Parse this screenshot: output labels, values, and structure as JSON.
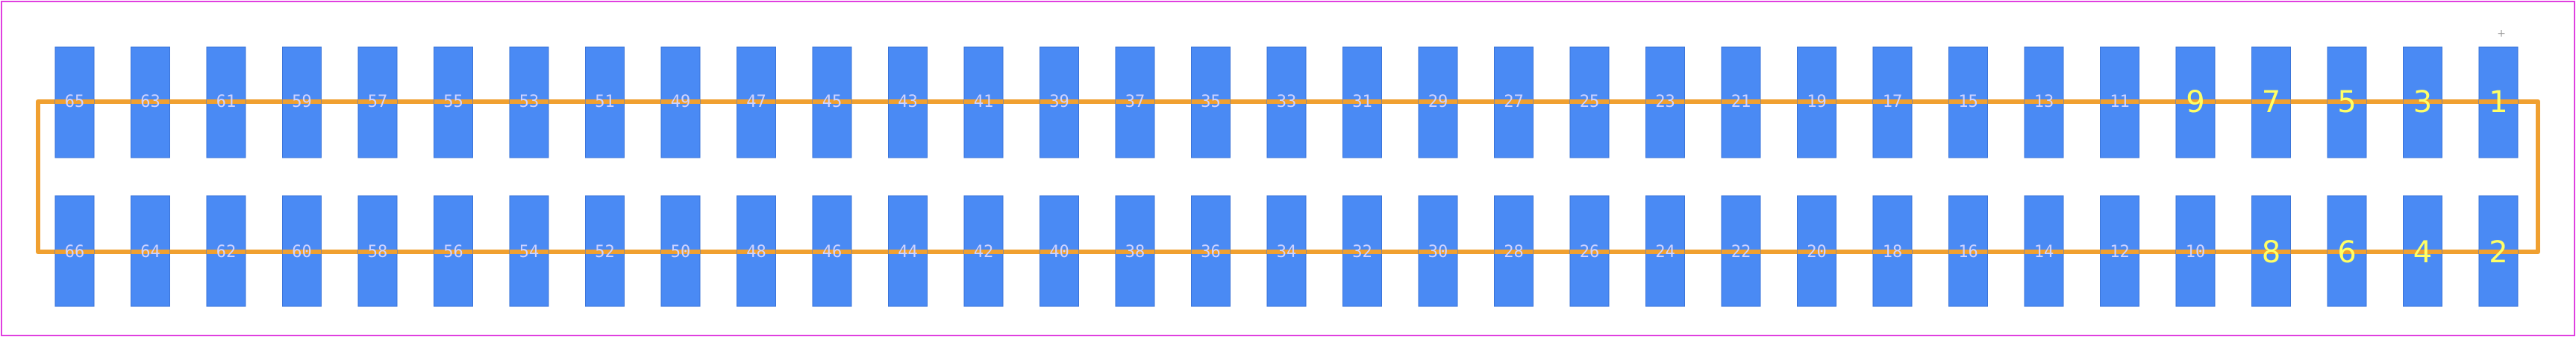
{
  "colors": {
    "background": "#ffffff",
    "board_outline": "#e040e0",
    "pad": "#4a8af4",
    "pad_border": "#3b74d8",
    "trace": "#f0a030",
    "silk_small": "#cfd3ff",
    "silk_big": "#ffff66",
    "pin1_marker": "#9a9a9a"
  },
  "top_row_labels": [
    "65",
    "63",
    "61",
    "59",
    "57",
    "55",
    "53",
    "51",
    "49",
    "47",
    "45",
    "43",
    "41",
    "39",
    "37",
    "35",
    "33",
    "31",
    "29",
    "27",
    "25",
    "23",
    "21",
    "19",
    "17",
    "15",
    "13",
    "11",
    "9",
    "7",
    "5",
    "3",
    "1"
  ],
  "bottom_row_labels": [
    "66",
    "64",
    "62",
    "60",
    "58",
    "56",
    "54",
    "52",
    "50",
    "48",
    "46",
    "44",
    "42",
    "40",
    "38",
    "36",
    "34",
    "32",
    "30",
    "28",
    "26",
    "24",
    "22",
    "20",
    "18",
    "16",
    "14",
    "12",
    "10",
    "8",
    "6",
    "4",
    "2"
  ],
  "pin1_marker_symbol": "+"
}
